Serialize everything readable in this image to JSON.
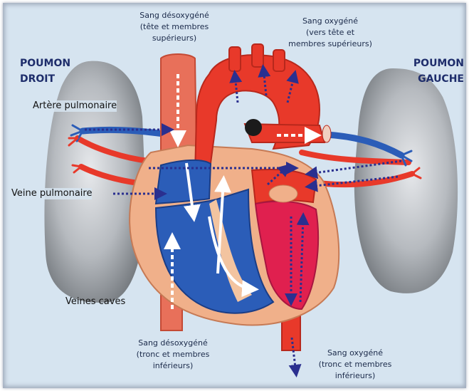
{
  "labels": {
    "top_left": "Sang désoxygéné\n(tête et membres\nsupérieurs)",
    "top_right": "Sang oxygéné\n(vers tête et\nmembres supérieurs)",
    "lung_right": "POUMON\nDROIT",
    "lung_left": "POUMON\nGAUCHE",
    "pulmonary_artery": "Artère pulmonaire",
    "pulmonary_vein": "Veine pulmonaire",
    "venae_cavae": "Veines caves",
    "bottom_left": "Sang désoxygéné\n(tronc et membres\ninférieurs)",
    "bottom_right": "Sang oxygéné\n(tronc et membres\ninférieurs)"
  },
  "colors": {
    "background": "#d6e4f0",
    "oxygenated": "#e8392a",
    "deoxygenated": "#2b5db8",
    "lung": "#9a9ea3",
    "heart_wall": "#f0b08a",
    "arrow": "#2a2f8f"
  }
}
